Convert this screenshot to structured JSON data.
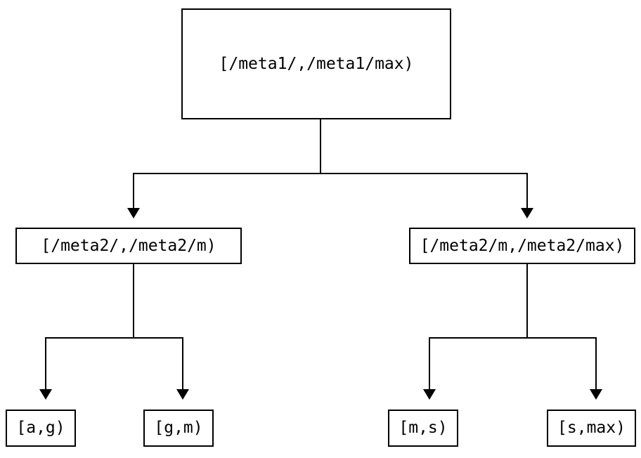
{
  "diagram": {
    "type": "tree",
    "nodes": {
      "root": {
        "label": "[/meta1/,/meta1/max)"
      },
      "left": {
        "label": "[/meta2/,/meta2/m)"
      },
      "right": {
        "label": "[/meta2/m,/meta2/max)"
      },
      "leaf_ag": {
        "label": "[a,g)"
      },
      "leaf_gm": {
        "label": "[g,m)"
      },
      "leaf_ms": {
        "label": "[m,s)"
      },
      "leaf_smax": {
        "label": "[s,max)"
      }
    },
    "edges": [
      {
        "from": "root",
        "to": "left"
      },
      {
        "from": "root",
        "to": "right"
      },
      {
        "from": "left",
        "to": "leaf_ag"
      },
      {
        "from": "left",
        "to": "leaf_gm"
      },
      {
        "from": "right",
        "to": "leaf_ms"
      },
      {
        "from": "right",
        "to": "leaf_smax"
      }
    ],
    "colors": {
      "background": "#ffffff",
      "border": "#000000",
      "line": "#000000",
      "text": "#000000"
    }
  }
}
